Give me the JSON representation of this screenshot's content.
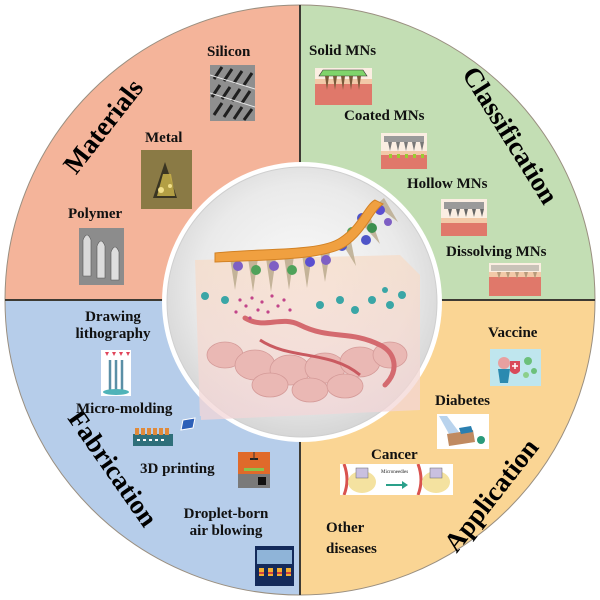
{
  "figure": {
    "type": "circular quadrant overview diagram",
    "subject": "Microneedles (MNs)",
    "colors": {
      "materials": "#f4b49a",
      "classification": "#c3deb4",
      "fabrication": "#b6cdea",
      "application": "#fad594",
      "divider": "#3d3a33",
      "center_disc": "#eeeeee"
    }
  },
  "quadrants": {
    "materials": {
      "title": "Materials",
      "items": [
        {
          "label": "Silicon",
          "image": "silicon-microneedle-sem-icon"
        },
        {
          "label": "Metal",
          "image": "metal-microneedle-icon"
        },
        {
          "label": "Polymer",
          "image": "polymer-microneedle-sem-icon"
        }
      ]
    },
    "classification": {
      "title": "Classification",
      "items": [
        {
          "label": "Solid MNs",
          "image": "solid-mns-icon"
        },
        {
          "label": "Coated MNs",
          "image": "coated-mns-icon"
        },
        {
          "label": "Hollow MNs",
          "image": "hollow-mns-icon"
        },
        {
          "label": "Dissolving MNs",
          "image": "dissolving-mns-icon"
        }
      ]
    },
    "fabrication": {
      "title": "Fabrication",
      "items": [
        {
          "label": "Drawing lithography",
          "line1": "Drawing",
          "line2": "lithography",
          "image": "drawing-lithography-icon"
        },
        {
          "label": "Micro-molding",
          "image": "micro-molding-icon"
        },
        {
          "label": "3D printing",
          "image": "3d-printer-icon"
        },
        {
          "label": "Droplet-born air blowing",
          "line1": "Droplet-born",
          "line2": "air blowing",
          "image": "droplet-air-blowing-icon"
        }
      ]
    },
    "application": {
      "title": "Application",
      "items": [
        {
          "label": "Vaccine",
          "image": "vaccine-icon"
        },
        {
          "label": "Diabetes",
          "image": "diabetes-icon"
        },
        {
          "label": "Cancer",
          "image": "cancer-icon",
          "inset_text": "Microneedles"
        },
        {
          "label": "Other diseases",
          "line1": "Other",
          "line2": "diseases"
        }
      ]
    }
  },
  "center": {
    "image": "microneedle-patch-skin-delivery-illustration"
  }
}
